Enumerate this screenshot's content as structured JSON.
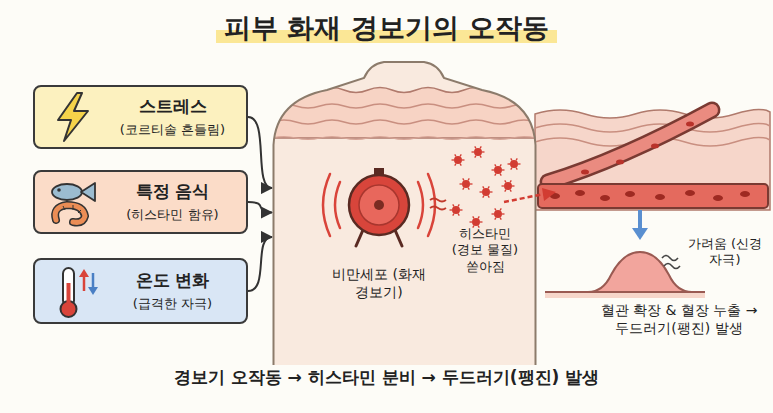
{
  "diagram": {
    "title": "피부 화재 경보기의 오작동",
    "caption": "경보기 오작동 → 히스타민 분비 → 두드러기(팽진) 발생",
    "nodes": [
      {
        "text": [
          "스트레스",
          "(코르티솔 흔들림)"
        ]
      },
      {
        "text": [
          "특정 음식",
          "(히스타민 함유)"
        ]
      },
      {
        "text": [
          "온도 변화",
          "(급격한 자극)"
        ]
      },
      {
        "text": [
          "비만세포 (화재 경보기)"
        ]
      }
    ],
    "edges": [
      {
        "from": 0,
        "to": 3,
        "arrow": "to"
      },
      {
        "from": 1,
        "to": 3,
        "arrow": "to"
      },
      {
        "from": 2,
        "to": 3,
        "arrow": "to"
      }
    ],
    "labels": [
      "히스타민 (경보 물질) 쏟아짐",
      "가려움 (신경 자극)",
      "혈관 확장 & 혈장 누출 → 두드러기(팽진) 발생"
    ]
  }
}
